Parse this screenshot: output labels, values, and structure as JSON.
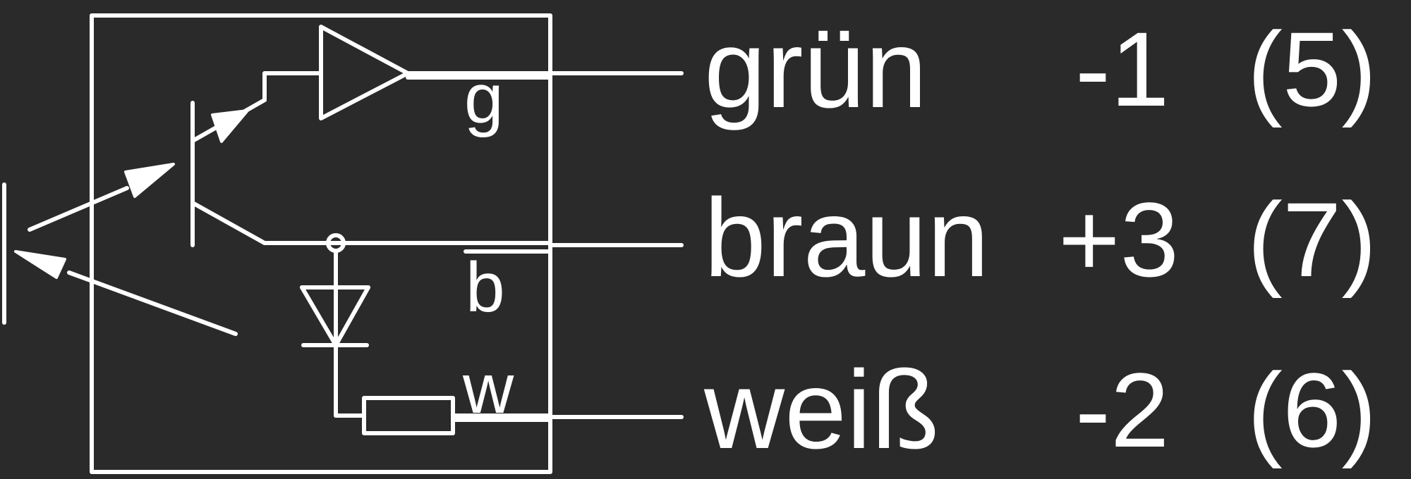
{
  "diagram": {
    "colors": {
      "background": "#2a2a2a",
      "line": "#ffffff"
    },
    "pin_labels": {
      "green": "g",
      "brown": "b",
      "white": "w"
    },
    "wires": [
      {
        "name": "grün",
        "value": "-1",
        "pin": "(5)"
      },
      {
        "name": "braun",
        "value": "+3",
        "pin": "(7)"
      },
      {
        "name": "weiß",
        "value": "-2",
        "pin": "(6)"
      }
    ]
  }
}
